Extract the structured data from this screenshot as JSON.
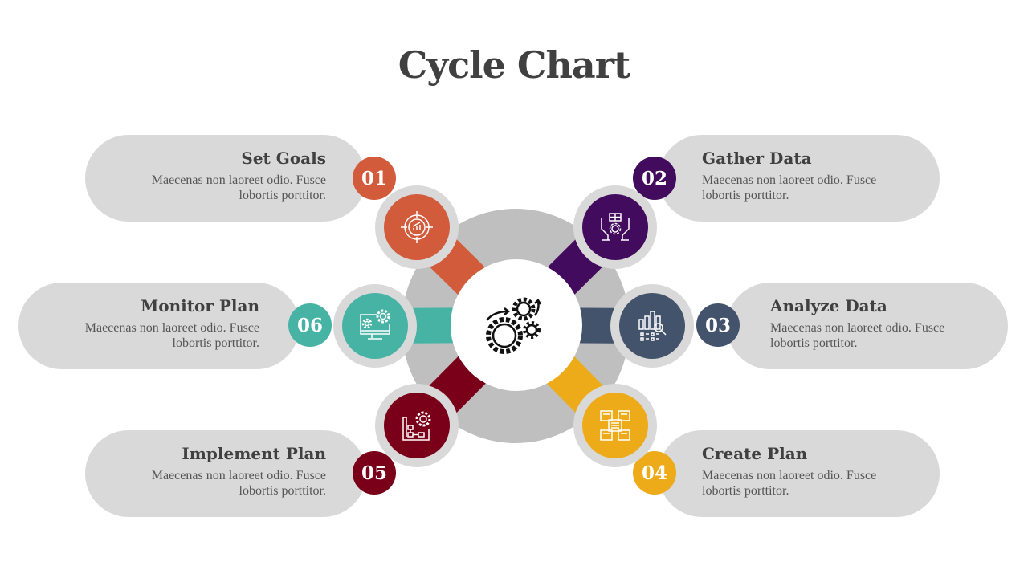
{
  "title": "Cycle Chart",
  "colors": {
    "step1": "#d15b3b",
    "step2": "#420b5e",
    "step3": "#42536b",
    "step4": "#edab1a",
    "step5": "#7a0019",
    "step6": "#47b3a5",
    "ring": "#bfbfbf",
    "card": "#d9d9d9"
  },
  "steps": [
    {
      "number": "01",
      "title": "Set Goals",
      "text": "Maecenas non laoreet odio. Fusce lobortis porttitor.",
      "icon": "target-chart-icon"
    },
    {
      "number": "02",
      "title": "Gather Data",
      "text": "Maecenas non laoreet odio. Fusce lobortis porttitor.",
      "icon": "hands-data-gear-icon"
    },
    {
      "number": "03",
      "title": "Analyze Data",
      "text": "Maecenas non laoreet odio. Fusce lobortis porttitor.",
      "icon": "bar-chart-magnifier-icon"
    },
    {
      "number": "04",
      "title": "Create Plan",
      "text": "Maecenas non laoreet odio. Fusce lobortis porttitor.",
      "icon": "flow-documents-icon"
    },
    {
      "number": "05",
      "title": "Implement Plan",
      "text": "Maecenas non laoreet odio. Fusce lobortis porttitor.",
      "icon": "blueprint-gear-icon"
    },
    {
      "number": "06",
      "title": "Monitor Plan",
      "text": "Maecenas non laoreet odio. Fusce lobortis porttitor.",
      "icon": "monitor-gears-icon"
    }
  ],
  "center_icon": "gears-cycle-icon"
}
